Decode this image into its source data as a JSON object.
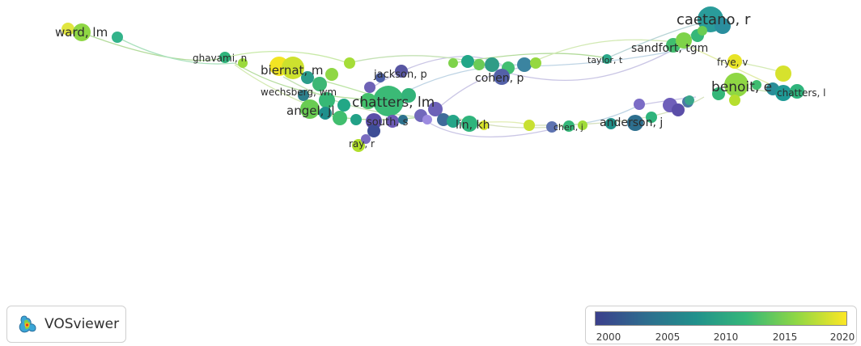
{
  "network": {
    "labels": [
      {
        "id": "ward",
        "text": "ward, lm"
      },
      {
        "id": "ghavami",
        "text": "ghavami, n"
      },
      {
        "id": "biernat",
        "text": "biernat, m"
      },
      {
        "id": "jackson",
        "text": "jackson, p"
      },
      {
        "id": "cohen",
        "text": "cohen, p"
      },
      {
        "id": "wechsberg",
        "text": "wechsberg, wm"
      },
      {
        "id": "chatters_lm",
        "text": "chatters, lm"
      },
      {
        "id": "angel",
        "text": "angel, jl"
      },
      {
        "id": "south",
        "text": "south, s"
      },
      {
        "id": "ray",
        "text": "ray, r"
      },
      {
        "id": "lin",
        "text": "lin, kh"
      },
      {
        "id": "chen",
        "text": "chen, j"
      },
      {
        "id": "anderson",
        "text": "anderson, j"
      },
      {
        "id": "caetano",
        "text": "caetano, r"
      },
      {
        "id": "sandfort",
        "text": "sandfort, tgm"
      },
      {
        "id": "taylor",
        "text": "taylor, t"
      },
      {
        "id": "frye",
        "text": "frye, v"
      },
      {
        "id": "benoit",
        "text": "benoit, e"
      },
      {
        "id": "chatters_l",
        "text": "chatters, l"
      }
    ]
  },
  "logo": {
    "text": "VOSviewer"
  },
  "legend": {
    "ticks": [
      "2000",
      "2005",
      "2010",
      "2015",
      "2020"
    ],
    "colors": [
      "#3b3f8c",
      "#2e6d8e",
      "#21918c",
      "#35b779",
      "#8fd744",
      "#fde725"
    ]
  }
}
